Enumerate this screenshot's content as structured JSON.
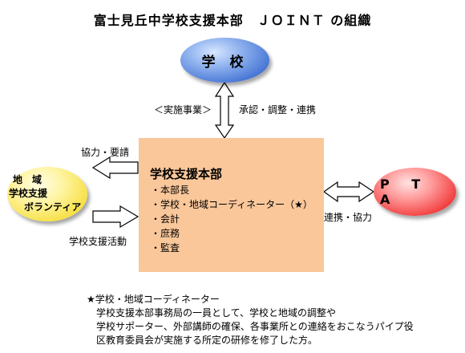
{
  "title": "富士見丘中学校支援本部　ＪＯＩＮＴ の組織",
  "nodes": {
    "school": "学 校",
    "region": [
      "地　域",
      "学校支援",
      "ボランティア"
    ],
    "pta": "P T A"
  },
  "hq": {
    "title": "学校支援本部",
    "items": [
      "・本部長",
      "・学校・地域コーディネーター（★）",
      "・会計",
      "・庶務",
      "・監査"
    ]
  },
  "edges": {
    "school_hq_left": "＜実施事業＞",
    "school_hq_right": "承認・調整・連携",
    "hq_to_region": "協力・要請",
    "region_to_hq": "学校支援活動",
    "hq_pta": "連携・協力"
  },
  "note": {
    "heading": "★学校・地域コーディネーター",
    "lines": [
      "学校支援本部事務局の一員として、学校と地域の調整や",
      "学校サポーター、外部講師の確保、各事業所との連絡をおこなうパイプ役",
      "区教育委員会が実施する所定の研修を修了した方。"
    ]
  },
  "colors": {
    "school": "#4a7ad6",
    "region": "#f8e24a",
    "pta": "#f23b3b",
    "hq": "#fac79a"
  }
}
